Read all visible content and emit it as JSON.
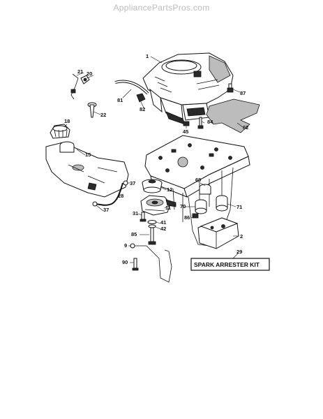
{
  "watermark": "AppliancePartsPros.com",
  "kit_label": "SPARK ARRESTER KIT",
  "callouts": {
    "c1": "1",
    "c21": "21",
    "c20": "20",
    "c87": "87",
    "c81": "81",
    "c82": "82",
    "c22": "22",
    "c45": "45",
    "c84": "84",
    "c62": "62",
    "c18": "18",
    "c15": "15",
    "c37a": "37",
    "c12": "12",
    "c69": "69",
    "c28": "28",
    "c37b": "37",
    "c70": "70",
    "c71": "71",
    "c11": "11",
    "c31": "31",
    "c86": "86",
    "c41": "41",
    "c42": "42",
    "c85": "85",
    "c2": "2",
    "c9": "9",
    "c29": "29",
    "c90": "90"
  }
}
